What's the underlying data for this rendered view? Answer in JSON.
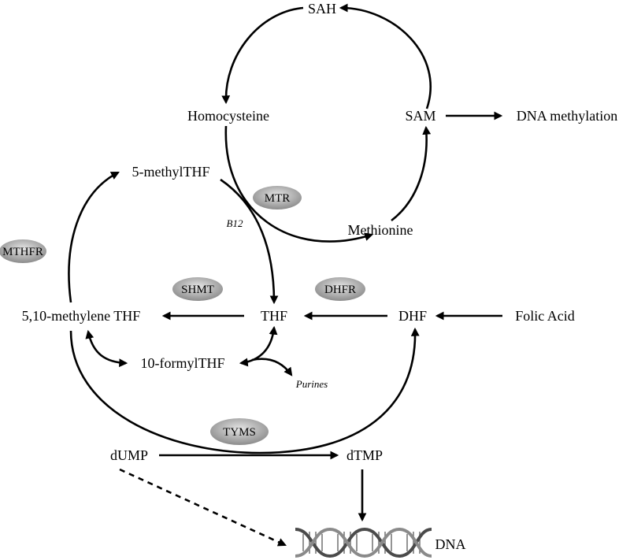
{
  "diagram": {
    "metabolites": {
      "sah": "SAH",
      "homocysteine": "Homocysteine",
      "sam": "SAM",
      "dna_methylation": "DNA methylation",
      "methyl_thf": "5-methylTHF",
      "methionine": "Methionine",
      "methylene_thf": "5,10-methylene THF",
      "thf": "THF",
      "dhf": "DHF",
      "folic_acid": "Folic Acid",
      "formyl_thf": "10-formylTHF",
      "dump": "dUMP",
      "dtmp": "dTMP",
      "dna": "DNA"
    },
    "notes": {
      "b12": "B12",
      "purines": "Purines"
    },
    "enzymes": {
      "mtr": "MTR",
      "mthfr": "MTHFR",
      "shmt": "SHMT",
      "dhfr": "DHFR",
      "tyms": "TYMS"
    },
    "colors": {
      "enzyme_fill_center": "#e6e6e6",
      "enzyme_fill_edge": "#8c8c8c",
      "line": "#000000"
    }
  }
}
